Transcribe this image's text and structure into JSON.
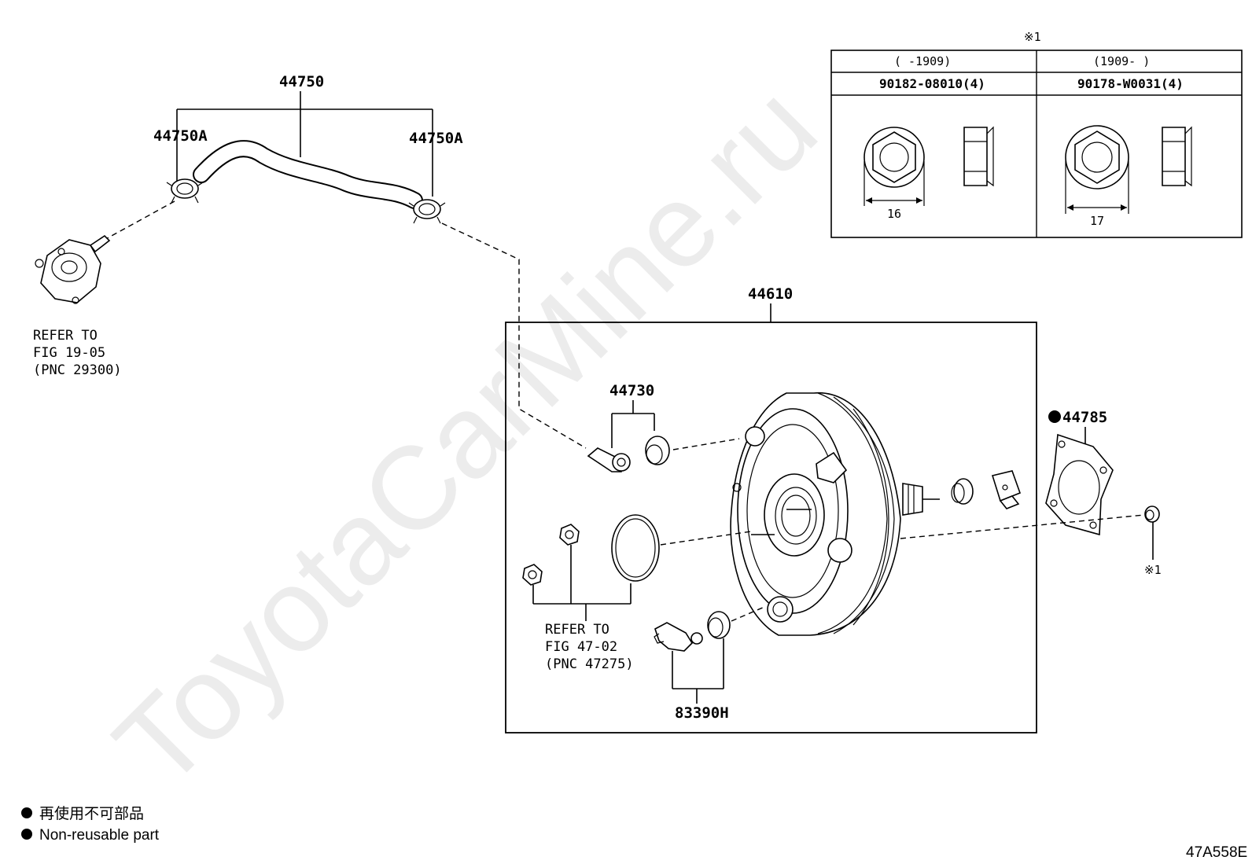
{
  "watermark": "ToyotaCarMine.ru",
  "parts": {
    "hose_assy": "44750",
    "clamp_left": "44750A",
    "clamp_right": "44750A",
    "booster_assy": "44610",
    "check_valve": "44730",
    "gasket": "44785",
    "sensor": "83390H"
  },
  "refs": {
    "vacuum_pump": {
      "line1": "REFER TO",
      "line2": "FIG 19-05",
      "line3": "(PNC 29300)"
    },
    "master_cyl": {
      "line1": "REFER TO",
      "line2": "FIG 47-02",
      "line3": "(PNC 47275)"
    }
  },
  "marks": {
    "nut_callout": "※1",
    "table_mark": "※1"
  },
  "nut_table": {
    "col1": {
      "range": "(     -1909)",
      "part": "90182-08010(4)",
      "dim": "16"
    },
    "col2": {
      "range": "(1909-     )",
      "part": "90178-W0031(4)",
      "dim": "17"
    }
  },
  "legend": {
    "jp": "再使用不可部品",
    "en": "Non-reusable part",
    "symbol": "filled-circle"
  },
  "figure_code": "47A558E"
}
